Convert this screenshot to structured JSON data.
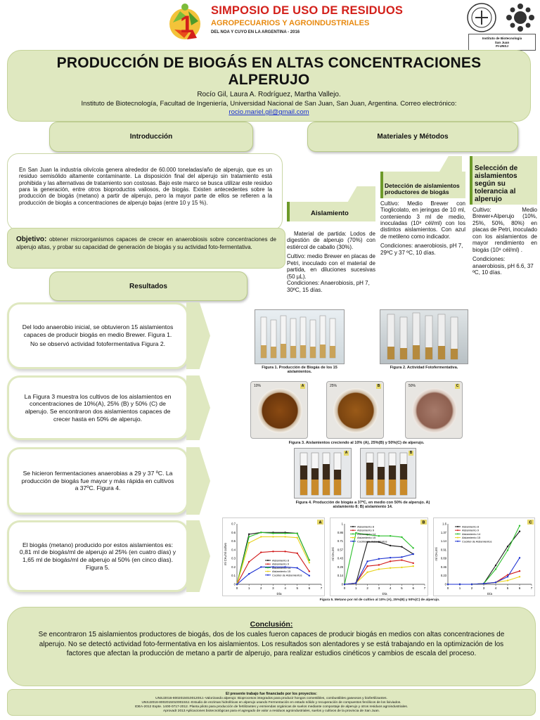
{
  "header": {
    "title_line1": "SIMPOSIO DE USO DE RESIDUOS",
    "title_line2": "AGROPECUARIOS Y AGROINDUSTRIALES",
    "subtitle": "DEL NOA Y CUYO EN LA ARGENTINA - 2016",
    "institute_lines": [
      "Instituto de Biotecnología",
      "San Juan",
      "FI-UNSJ"
    ]
  },
  "poster": {
    "title": "PRODUCCIÓN DE BIOGÁS EN ALTAS CONCENTRACIONES ALPERUJO",
    "authors": "Rocío Gil, Laura A. Rodríguez, Martha Vallejo.",
    "affiliation": "Instituto de Biotecnología, Facultad de Ingeniería, Universidad Nacional de San Juan, San Juan, Argentina. Correo electrónico:",
    "email": "rocio.mariel.gil@gmail.com"
  },
  "intro": {
    "heading": "Introducción",
    "text": "En San Juan la industria olivícola genera alrededor de 60.000 toneladas/año de alperujo, que es un residuo semisólido altamente contaminante. La disposición final del alperujo sin tratamiento está prohibida y las alternativas de tratamiento son costosas. Bajo este marco se busca utilizar este residuo para la generación, entre otros bioproductos valiosos, de biogás. Existen antecedentes sobre la producción de biogás (metano) a partir de alperujo, pero la mayor parte de ellos se refieren a la producción de biogás a concentraciones de alperujo bajas (entre 10 y 15 %)."
  },
  "objective": {
    "label": "Objetivo:",
    "text": "obtener microorganismos capaces de crecer en anaerobiosis sobre concentraciones de alperujo altas, y probar su capacidad de generación de biogás y su actividad foto-fermentativa."
  },
  "methods": {
    "heading": "Materiales y Métodos",
    "step1_title": "Aislamiento",
    "step1_text1": "Material de partida: Lodos de digestión de alperujo (70%) con estiércol de caballo (30%).",
    "step1_text2": "Cultivo: medio Brewer en placas de Petri, inoculado con el material de partida, en diluciones sucesivas (50 µL).",
    "step1_text3": "Condiciones: Anaerobiosis, pH 7, 30ºC, 15 días.",
    "step2_title": "Detección de aislamientos productores de biogás",
    "step2_text1": "Cultivo: Medio Brewer con Tioglicolato, en jeringas de 10 ml, conteniendo 3 ml de medio, inoculadas (10⁸ cél/ml) con los distintos aislamientos. Con azul de metileno como indicador.",
    "step2_text2": "Condiciones: anaerobiosis, pH 7, 29ºC y 37 ºC, 10 días.",
    "step3_title": "Selección de aislamientos según su tolerancia al alperujo",
    "step3_text1": "Cultivo: Medio Brewer+Alperujo (10%, 25%, 50%, 80%) en placas de Petri, inoculado con los aislamientos de mayor rendimiento en biogás (10⁸ cél/ml) .",
    "step3_text2": "Condiciones: anaerobiosis, pH 6.6, 37 ºC, 10 días."
  },
  "results": {
    "heading": "Resultados",
    "r1a": "Del lodo anaerobio inicial, se obtuvieron 15 aislamientos capaces de producir biogás en medio Brewer. Figura 1.",
    "r1b": "No se observó actividad fotofermentativa Figura 2.",
    "r2": "La Figura 3 muestra los cultivos de los aislamientos en concentraciones de 10%(A), 25% (B) y 50% (C) de alperujo. Se encontraron dos aislamientos capaces de crecer hasta en 50% de alperujo.",
    "r3": "Se hicieron fermentaciones anaerobias a 29 y 37 ºC. La producción de biogás fue mayor y más rápida en cultivos a 37ºC. Figura 4.",
    "r4": "El biogás (metano) producido por estos aislamientos es: 0,81 ml de biogás/ml de alperujo al 25% (en cuatro días) y 1,65 ml de biogás/ml de alperujo al 50% (en cinco días). Figura 5."
  },
  "figures": {
    "fig1": "Figura 1. Producción de Biogás de los 15 aislamientos.",
    "fig2": "Figura 2. Actividad Fotofermentativa.",
    "fig3": "Figura 3. Aislamientos creciendo al 10% (A), 25%(B) y 50%(C) de alperujo.",
    "fig4": "Figura 4. Producción de biogás a 37ºC, en medio con 50% de alperujo. A) aislamiento 8; B) aislamiento 14.",
    "fig5": "Figura 5. Metano por ml de cultivo al 10% (A), 25%(B) y 50%(C) de alperujo.",
    "labels": [
      "A",
      "B",
      "C"
    ],
    "plate_labels": [
      "10%",
      "25%",
      "50%"
    ]
  },
  "chart_data": [
    {
      "type": "line",
      "panel": "A",
      "xlabel": "Día",
      "ylabel": "ml CH₄/ml cultivo",
      "xlim": [
        0,
        7
      ],
      "ylim": [
        0,
        0.7
      ],
      "series": [
        {
          "name": "Aislamiento 8",
          "color": "#1a1a1a",
          "x": [
            0,
            1,
            2,
            3,
            4,
            5,
            6
          ],
          "values": [
            0,
            0.58,
            0.6,
            0.6,
            0.6,
            0.59,
            0.28
          ]
        },
        {
          "name": "Aislamiento 9",
          "color": "#d11a1a",
          "x": [
            0,
            1,
            2,
            3,
            4,
            5,
            6
          ],
          "values": [
            0,
            0.26,
            0.37,
            0.38,
            0.38,
            0.36,
            0.15
          ]
        },
        {
          "name": "Aislamiento 14",
          "color": "#2bbf2b",
          "x": [
            0,
            1,
            2,
            3,
            4,
            5,
            6
          ],
          "values": [
            0,
            0.55,
            0.6,
            0.59,
            0.59,
            0.59,
            0.28
          ]
        },
        {
          "name": "Aislamiento 15",
          "color": "#e8d21a",
          "x": [
            0,
            1,
            2,
            3,
            4,
            5,
            6
          ],
          "values": [
            0,
            0.48,
            0.55,
            0.55,
            0.55,
            0.54,
            0.25
          ]
        },
        {
          "name": "Cocktel de Aislamientos",
          "color": "#1a2fd1",
          "x": [
            0,
            1,
            2,
            3,
            4,
            5,
            6
          ],
          "values": [
            0,
            0.12,
            0.2,
            0.2,
            0.2,
            0.19,
            0.1
          ]
        }
      ]
    },
    {
      "type": "line",
      "panel": "B",
      "xlabel": "Día",
      "ylabel": "ml CH₄/ml",
      "xlim": [
        0,
        7
      ],
      "ylim": [
        0,
        1.0
      ],
      "series": [
        {
          "name": "Aislamiento 8",
          "color": "#1a1a1a",
          "x": [
            0,
            1,
            2,
            3,
            4,
            5,
            6
          ],
          "values": [
            0,
            0.02,
            0.7,
            0.7,
            0.64,
            0.62,
            0.5
          ]
        },
        {
          "name": "Aislamiento 9",
          "color": "#d11a1a",
          "x": [
            0,
            1,
            2,
            3,
            4,
            5,
            6
          ],
          "values": [
            0,
            0.02,
            0.3,
            0.32,
            0.38,
            0.4,
            0.35
          ]
        },
        {
          "name": "Aislamiento 14",
          "color": "#2bbf2b",
          "x": [
            0,
            1,
            2,
            3,
            4,
            5,
            6
          ],
          "values": [
            0,
            0.85,
            0.82,
            0.8,
            0.8,
            0.78,
            0.6
          ]
        },
        {
          "name": "Aislamiento 15",
          "color": "#e8d21a",
          "x": [
            0,
            1,
            2,
            3,
            4,
            5,
            6
          ],
          "values": [
            0,
            0.02,
            0.2,
            0.25,
            0.27,
            0.28,
            0.3
          ]
        },
        {
          "name": "Cocktel de Aislamientos",
          "color": "#1a2fd1",
          "x": [
            0,
            1,
            2,
            3,
            4,
            5,
            6
          ],
          "values": [
            0,
            0.02,
            0.38,
            0.42,
            0.44,
            0.45,
            0.5
          ]
        }
      ]
    },
    {
      "type": "line",
      "panel": "C",
      "xlabel": "Día",
      "ylabel": "ml CH₄/ml",
      "xlim": [
        0,
        7
      ],
      "ylim": [
        0,
        1.6
      ],
      "series": [
        {
          "name": "Aislamiento 8",
          "color": "#1a1a1a",
          "x": [
            0,
            1,
            2,
            3,
            4,
            5,
            6
          ],
          "values": [
            0,
            0,
            0,
            0.02,
            0.5,
            1.0,
            1.4
          ]
        },
        {
          "name": "Aislamiento 9",
          "color": "#d11a1a",
          "x": [
            0,
            1,
            2,
            3,
            4,
            5,
            6
          ],
          "values": [
            0,
            0,
            0,
            0.02,
            0.05,
            0.25,
            0.35
          ]
        },
        {
          "name": "Aislamiento 14",
          "color": "#2bbf2b",
          "x": [
            0,
            1,
            2,
            3,
            4,
            5,
            6
          ],
          "values": [
            0,
            0,
            0,
            0.02,
            0.4,
            0.9,
            1.55
          ]
        },
        {
          "name": "Aislamiento 15",
          "color": "#e8d21a",
          "x": [
            0,
            1,
            2,
            3,
            4,
            5,
            6
          ],
          "values": [
            0,
            0,
            0,
            0.02,
            0.05,
            0.1,
            0.2
          ]
        },
        {
          "name": "Cocktel de Aislamientos",
          "color": "#1a2fd1",
          "x": [
            0,
            1,
            2,
            3,
            4,
            5,
            6
          ],
          "values": [
            0,
            0,
            0,
            0.02,
            0.05,
            0.2,
            0.7
          ]
        }
      ]
    }
  ],
  "conclusion": {
    "heading": "Conclusión:",
    "text": "Se encontraron 15 aislamientos productores de biogás, dos de los cuales fueron capaces de producir biogás en medios con altas concentraciones de alperujo. No se detectó actividad foto-fermentativa en los aislamientos. Los resultados son alentadores y se está trabajando en la optimización de los factores que afectan la producción de metano a partir de alperujo, para realizar estudios cinéticos y cambios de escala del proceso."
  },
  "funding": {
    "heading": "El presente trabajo fue financiado por los proyectos:",
    "lines": [
      "UNSJ2016-80020150100120SJ.-Valorizando alperujo: Bioprocesos integrados para producir hongos comestibles, combustibles gaseosos y biofertilizantes.",
      "UNSJ2016-80020150100015SJ.-Estudio de enzimas hidrolíticas en alperujo usando Fermentación en estado sólido y recuperación de compuestos fenólicos de los lixiviados.",
      "IDEA-2012 Expte. 1400-0717-2012. Planta piloto para producción de fertilizantes y enmiendas orgánicas de suelos mediante compostaje de alperujo y otros residuos agroindustriales.",
      "Aprovadr 2013 Aplicaciones biotecnológicas para el agregado de valor a residuos agroindustriales, suelos y cultivos de la provincia de San Juan."
    ]
  },
  "colors": {
    "panel": "#dfe8c0",
    "title_red": "#d3201a",
    "subtitle_orange": "#e88a10",
    "method_green": "#6d9a2a"
  }
}
